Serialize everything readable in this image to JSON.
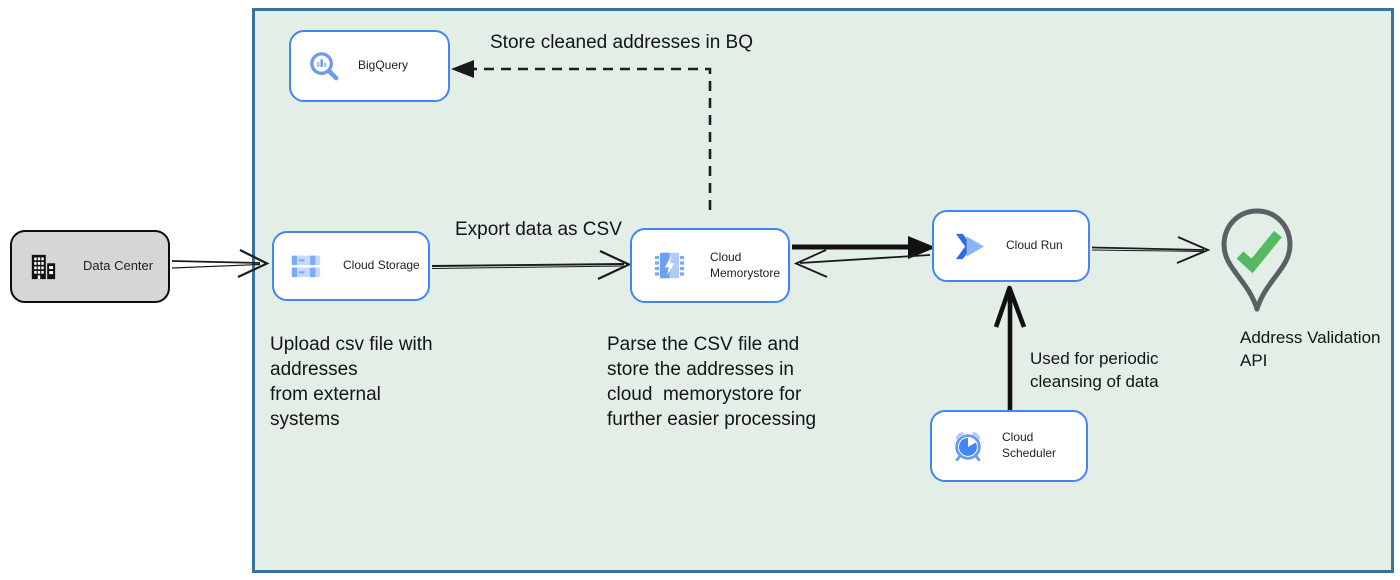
{
  "nodes": {
    "data_center": {
      "label": "Data Center"
    },
    "bigquery": {
      "label": "BigQuery"
    },
    "cloud_storage": {
      "label": "Cloud Storage"
    },
    "cloud_memorystore": {
      "label": "Cloud\nMemorystore"
    },
    "cloud_run": {
      "label": "Cloud Run"
    },
    "cloud_scheduler": {
      "label": "Cloud Scheduler"
    },
    "address_validation_api": {
      "label": "Address Validation\nAPI"
    }
  },
  "annotations": {
    "store_cleaned": "Store cleaned addresses in BQ",
    "export_csv": "Export data as CSV",
    "upload_csv": "Upload csv file with\naddresses\nfrom external\nsystems",
    "parse_csv": "Parse the CSV file and\nstore the addresses in\ncloud  memorystore for\nfurther easier processing",
    "periodic_cleansing": "Used for periodic\ncleansing of data"
  },
  "icons": {
    "data_center": "building-icon",
    "bigquery": "magnifier-barchart-icon",
    "cloud_storage": "storage-bars-icon",
    "cloud_memorystore": "memory-chip-bolt-icon",
    "cloud_run": "run-chevrons-icon",
    "cloud_scheduler": "alarm-clock-icon",
    "address_validation_api": "map-pin-check-icon"
  },
  "colors": {
    "boundary_fill": "#e3efe6",
    "boundary_border": "#39719f",
    "node_border": "#4285f4",
    "node_fill": "#ffffff",
    "data_center_fill": "#d6d6d6",
    "icon_blue": "#4285f4",
    "icon_blue_medium": "#6b9bea",
    "icon_blue_light": "#aecbfa",
    "check_green": "#55b964",
    "pin_outline_gray": "#5b6065",
    "arrow_black": "#1a1a1a"
  }
}
